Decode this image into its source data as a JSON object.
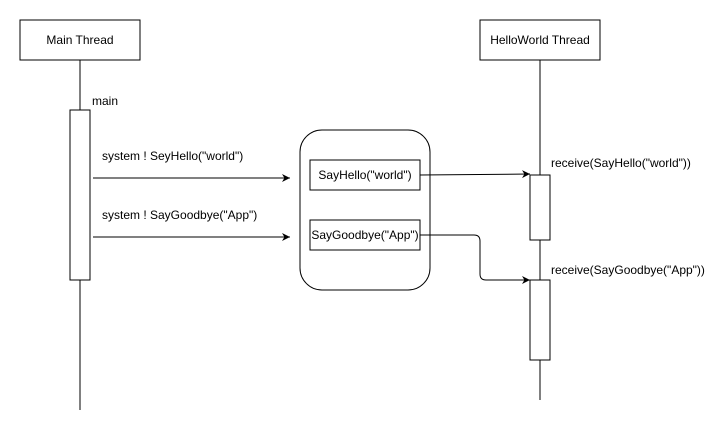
{
  "diagram": {
    "participants": [
      {
        "id": "main",
        "label": "Main Thread"
      },
      {
        "id": "helloworld",
        "label": "HelloWorld Thread"
      }
    ],
    "main_activation_label": "main",
    "messages": [
      {
        "call": "system ! SeyHello(\"world\")",
        "queued": "SayHello(\"world\")",
        "receive": "receive(SayHello(\"world\"))"
      },
      {
        "call": "system ! SayGoodbye(\"App\")",
        "queued": "SayGoodbye(\"App\")",
        "receive": "receive(SayGoodbye(\"App\"))"
      }
    ]
  }
}
